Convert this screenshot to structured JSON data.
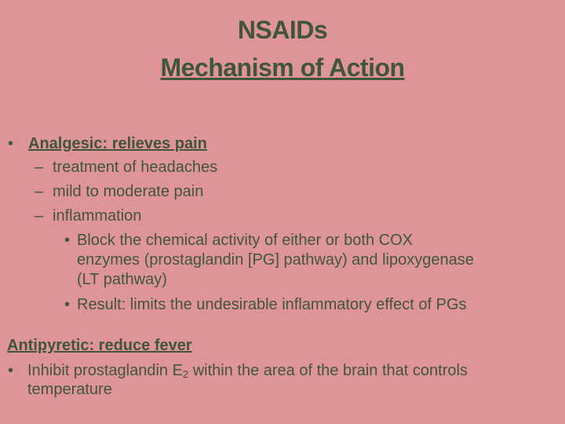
{
  "title": {
    "line1": "NSAIDs",
    "line2": "Mechanism of Action"
  },
  "analgesic": {
    "heading": "Analgesic: relieves pain",
    "sub_items": [
      "treatment of headaches",
      "mild to moderate pain",
      "inflammation"
    ],
    "details": {
      "item1_line1": "Block the chemical activity of either or both COX",
      "item1_line2": "enzymes (prostaglandin [PG] pathway) and lipoxygenase",
      "item1_line3": "(LT pathway)",
      "item2": "Result: limits the undesirable inflammatory effect of PGs"
    }
  },
  "antipyretic": {
    "heading": "Antipyretic: reduce fever",
    "item_line1_before": "Inhibit prostaglandin E",
    "item_line1_sub": "2",
    "item_line1_after": " within the area of the brain that controls",
    "item_line2": "temperature"
  },
  "markers": {
    "bullet": "•",
    "dash": "–"
  },
  "colors": {
    "background": "#df9597",
    "text": "#3f5638"
  }
}
